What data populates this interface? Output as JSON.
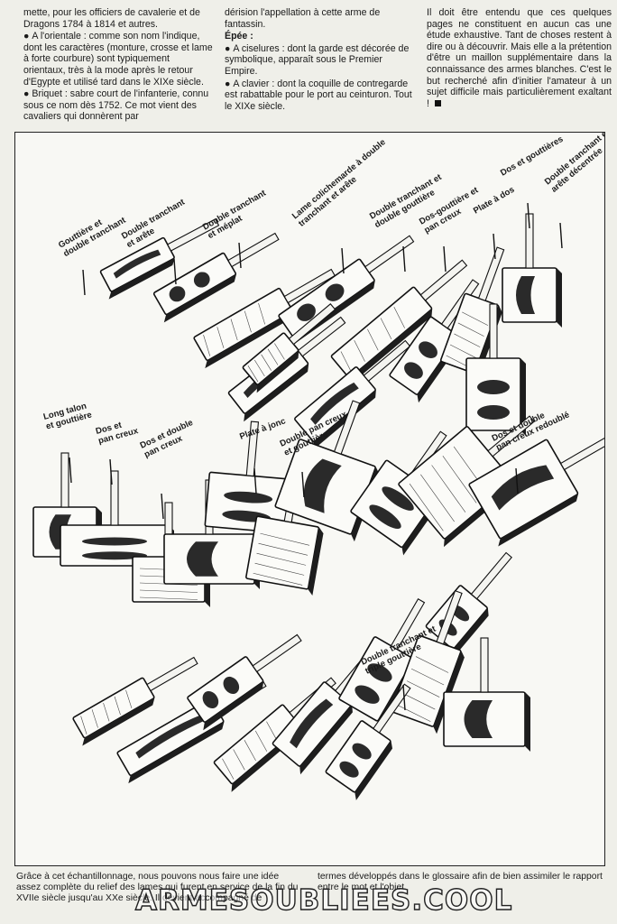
{
  "top_text": {
    "col1": [
      "mette, pour les officiers de cavalerie et de Dragons 1784 à 1814 et autres.",
      "A l'orientale : comme son nom l'indique, dont les caractères (monture, crosse et lame à forte courbure) sont typiquement orientaux, très à la mode après le retour d'Egypte et utilisé tard dans le XIXe siècle.",
      "Briquet : sabre court de l'infanterie, connu sous ce nom dès 1752. Ce mot vient des cavaliers qui donnèrent par"
    ],
    "col2": [
      "dérision l'appellation à cette arme de fantassin.",
      "Épée :",
      "A ciselures : dont la garde est décorée de symbolique, apparaît sous le Premier Empire.",
      "A clavier : dont la coquille de contregarde est rabattable pour le port au ceinturon. Tout le XIXe siècle."
    ],
    "col3": [
      "Il doit être entendu que ces quelques pages ne constituent en aucun cas une étude exhaustive. Tant de choses restent à dire ou à découvrir. Mais elle a la prétention d'être un maillon supplémentaire dans la connaissance des armes blanches. C'est le but recherché afin d'initier l'amateur à un sujet difficile mais particulièrement exaltant !"
    ]
  },
  "plate": {
    "row1_labels": [
      "Gouttière et double tranchant",
      "Double tranchant et arête",
      "Double tranchant et méplat",
      "Lame colichemarde à double tranchant et arête",
      "Double tranchant et double gouttière",
      "Dos-gouttière et pan creux",
      "Plate à dos",
      "Dos et gouttières",
      "Double tranchant et arête décentrée"
    ],
    "row2_labels": [
      "Long talon et gouttière",
      "Dos et pan creux",
      "Dos et double pan creux",
      "Plate à jonc",
      "Double pan creux et gouttière",
      "Dos et double pan creux redoublé"
    ],
    "row3_labels": [
      "Double tranchant et triple gouttière"
    ]
  },
  "caption": {
    "left": "Grâce à cet échantillonnage, nous pouvons nous faire une idée assez complète du relief des lames qui furent en service de la fin du XVIIe siècle jusqu'au XXe siècle. Il devient accompagné de",
    "right": "termes développés dans le glossaire afin de bien assimiler le rapport entre le mot et l'objet."
  },
  "watermark": "ARMESOUBLIEES.COOL"
}
